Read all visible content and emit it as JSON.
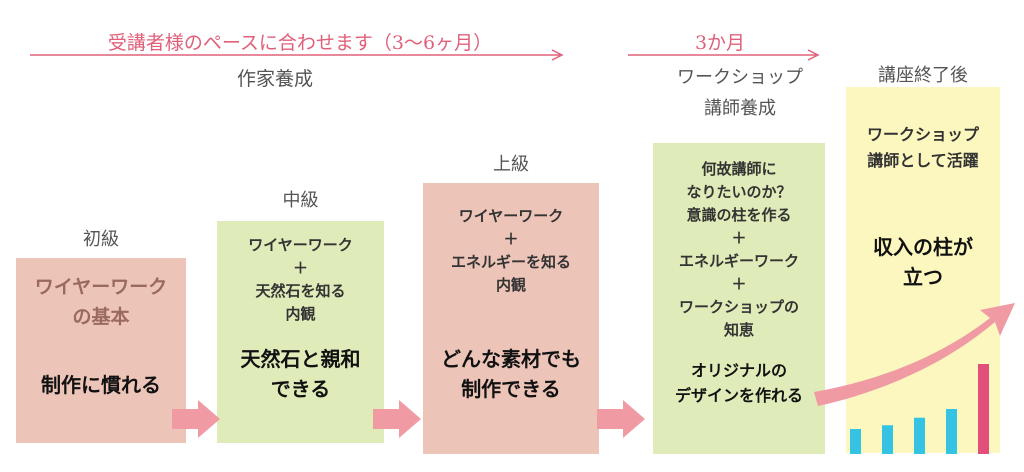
{
  "timeline": {
    "pace_label": "受講者様のペースに合わせます（3〜6ヶ月）",
    "three_months": "3か月"
  },
  "phases": {
    "writer": "作家養成",
    "instructor_line1": "ワークショップ",
    "instructor_line2": "講師養成",
    "after": "講座終了後"
  },
  "levels": {
    "beginner": "初級",
    "intermediate": "中級",
    "advanced": "上級"
  },
  "box1": {
    "title_line1": "ワイヤーワーク",
    "title_line2": "の基本",
    "goal": "制作に慣れる"
  },
  "box2": {
    "l1": "ワイヤーワーク",
    "l2": "＋",
    "l3": "天然石を知る",
    "l4": "内観",
    "goal_line1": "天然石と親和",
    "goal_line2": "できる"
  },
  "box3": {
    "l1": "ワイヤーワーク",
    "l2": "＋",
    "l3": "エネルギーを知る",
    "l4": "内観",
    "goal_line1": "どんな素材でも",
    "goal_line2": "制作できる"
  },
  "box4": {
    "l1": "何故講師に",
    "l2": "なりたいのか？",
    "l3": "意識の柱を作る",
    "l4": "＋",
    "l5": "エネルギーワーク",
    "l6": "＋",
    "l7": "ワークショップの",
    "l8": "知恵",
    "goal_line1": "オリジナルの",
    "goal_line2": "デザインを作れる"
  },
  "box5": {
    "l1": "ワークショップ",
    "l2": "講師として活躍",
    "goal_line1": "収入の柱が",
    "goal_line2": "立つ"
  },
  "colors": {
    "accent_pink": "#e0607a",
    "arrow_pink": "#f09aa4",
    "box_pink": "#ecc4b8",
    "box_green": "#dfebb8",
    "box_yellow": "#fbf7be",
    "bar_blue": "#35c3e3",
    "bar_magenta": "#e34f7b"
  },
  "chart_data": {
    "type": "bar",
    "values": [
      1,
      1.15,
      1.45,
      1.8,
      3.6
    ]
  }
}
